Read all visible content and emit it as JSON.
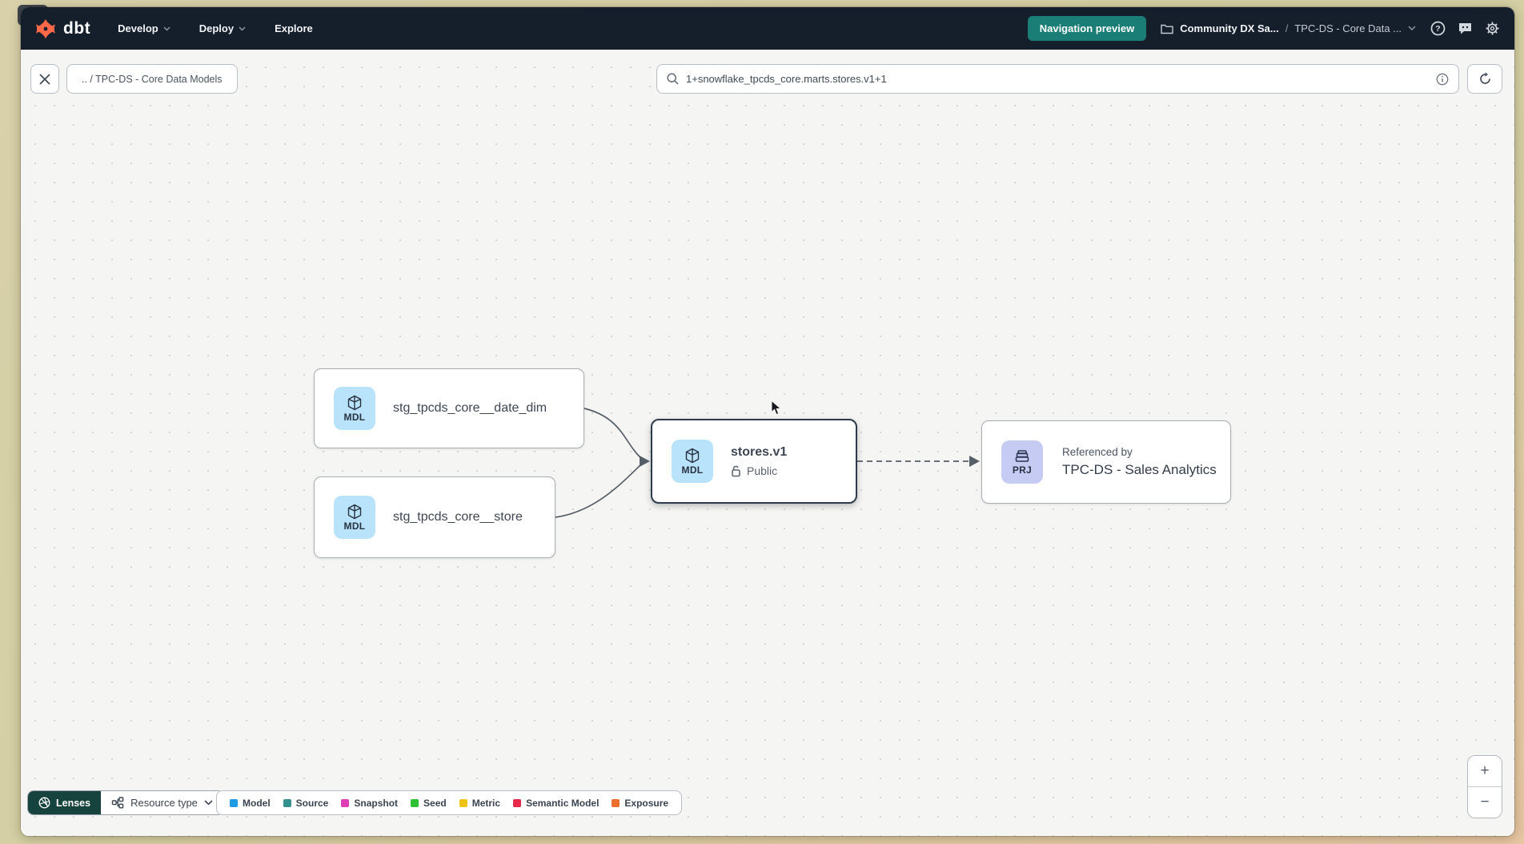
{
  "colors": {
    "brand_orange": "#ff694a",
    "navbar_bg": "#151f2c",
    "accent_teal": "#1b7e76",
    "lenses_teal": "#17433f",
    "canvas_bg": "#f5f5f3",
    "mdl_badge_bg": "#b9e3fa",
    "prj_badge_bg": "#c6cbf4",
    "selected_border": "#2d3b4a"
  },
  "navbar": {
    "logo_text": "dbt",
    "items": [
      {
        "label": "Develop",
        "has_chevron": true
      },
      {
        "label": "Deploy",
        "has_chevron": true
      },
      {
        "label": "Explore",
        "has_chevron": false
      }
    ],
    "preview_button_label": "Navigation preview",
    "breadcrumb": {
      "project": "Community DX Sa...",
      "separator": "/",
      "section": "TPC-DS - Core Data ..."
    }
  },
  "toolbar": {
    "breadcrumb_chip": ".. / TPC-DS - Core Data Models",
    "search_value": "1+snowflake_tpcds_core.marts.stores.v1+1"
  },
  "graph": {
    "nodes": [
      {
        "badge": "MDL",
        "title": "stg_tpcds_core__date_dim"
      },
      {
        "badge": "MDL",
        "title": "stg_tpcds_core__store"
      },
      {
        "badge": "MDL",
        "title": "stores.v1",
        "subtitle": "Public",
        "selected": true
      },
      {
        "badge": "PRJ",
        "kicker": "Referenced by",
        "title": "TPC-DS - Sales Analytics"
      }
    ],
    "edges": [
      {
        "from": "stg_tpcds_core__date_dim",
        "to": "stores.v1",
        "style": "solid"
      },
      {
        "from": "stg_tpcds_core__store",
        "to": "stores.v1",
        "style": "solid"
      },
      {
        "from": "stores.v1",
        "to": "TPC-DS - Sales Analytics",
        "style": "dashed"
      }
    ]
  },
  "footer": {
    "lenses_label": "Lenses",
    "resource_type_label": "Resource type",
    "legend": {
      "items": [
        {
          "label": "Model",
          "color": "#1e9be2"
        },
        {
          "label": "Source",
          "color": "#35918e"
        },
        {
          "label": "Snapshot",
          "color": "#e03eb6"
        },
        {
          "label": "Seed",
          "color": "#2fc134"
        },
        {
          "label": "Metric",
          "color": "#eec315"
        },
        {
          "label": "Semantic Model",
          "color": "#e8294a"
        },
        {
          "label": "Exposure",
          "color": "#ed6f2d"
        }
      ]
    }
  },
  "zoom_controls": {
    "zoom_in": "+",
    "zoom_out": "−"
  }
}
